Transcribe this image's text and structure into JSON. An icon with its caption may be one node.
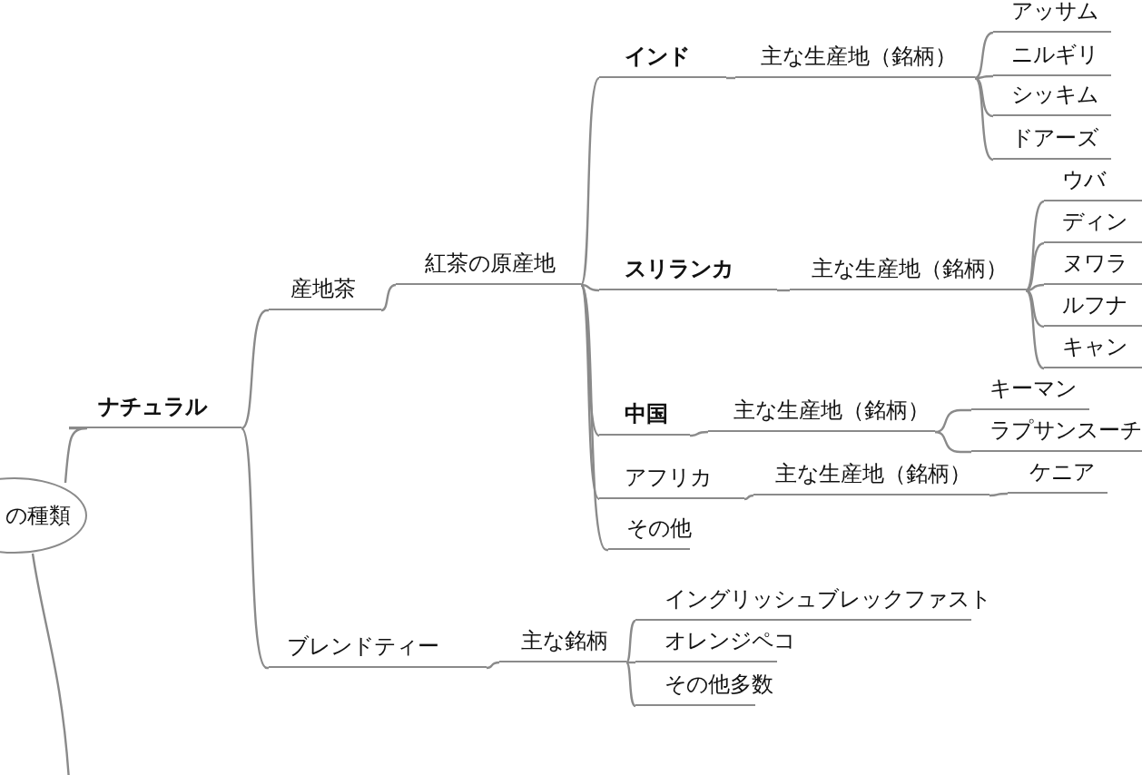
{
  "diagram": {
    "nodes": [
      {
        "text": [
          "の種類"
        ]
      },
      {
        "text": [
          "ナチュラル"
        ]
      },
      {
        "text": [
          "産地茶"
        ]
      },
      {
        "text": [
          "紅茶の原産地"
        ]
      },
      {
        "text": [
          "インド"
        ]
      },
      {
        "text": [
          "主な生産地（銘柄）"
        ]
      },
      {
        "text": [
          "アッサム"
        ]
      },
      {
        "text": [
          "ニルギリ"
        ]
      },
      {
        "text": [
          "シッキム"
        ]
      },
      {
        "text": [
          "ドアーズ"
        ]
      },
      {
        "text": [
          "スリランカ"
        ]
      },
      {
        "text": [
          "主な生産地（銘柄）"
        ]
      },
      {
        "text": [
          "ウバ"
        ]
      },
      {
        "text": [
          "ディン"
        ]
      },
      {
        "text": [
          "ヌワラ"
        ]
      },
      {
        "text": [
          "ルフナ"
        ]
      },
      {
        "text": [
          "キャン"
        ]
      },
      {
        "text": [
          "中国"
        ]
      },
      {
        "text": [
          "主な生産地（銘柄）"
        ]
      },
      {
        "text": [
          "キーマン"
        ]
      },
      {
        "text": [
          "ラプサンスーチ"
        ]
      },
      {
        "text": [
          "アフリカ"
        ]
      },
      {
        "text": [
          "主な生産地（銘柄）"
        ]
      },
      {
        "text": [
          "ケニア"
        ]
      },
      {
        "text": [
          "その他"
        ]
      },
      {
        "text": [
          "ブレンドティー"
        ]
      },
      {
        "text": [
          "主な銘柄"
        ]
      },
      {
        "text": [
          "イングリッシュブレックファスト"
        ]
      },
      {
        "text": [
          "オレンジペコ"
        ]
      },
      {
        "text": [
          "その他多数"
        ]
      }
    ],
    "edges": [
      {
        "from": 0,
        "to": 1,
        "arrow": "none"
      },
      {
        "from": 1,
        "to": 2,
        "arrow": "none"
      },
      {
        "from": 2,
        "to": 3,
        "arrow": "none"
      },
      {
        "from": 3,
        "to": 4,
        "arrow": "none"
      },
      {
        "from": 4,
        "to": 5,
        "arrow": "none"
      },
      {
        "from": 5,
        "to": 6,
        "arrow": "none"
      },
      {
        "from": 5,
        "to": 7,
        "arrow": "none"
      },
      {
        "from": 5,
        "to": 8,
        "arrow": "none"
      },
      {
        "from": 5,
        "to": 9,
        "arrow": "none"
      },
      {
        "from": 3,
        "to": 10,
        "arrow": "none"
      },
      {
        "from": 10,
        "to": 11,
        "arrow": "none"
      },
      {
        "from": 11,
        "to": 12,
        "arrow": "none"
      },
      {
        "from": 11,
        "to": 13,
        "arrow": "none"
      },
      {
        "from": 11,
        "to": 14,
        "arrow": "none"
      },
      {
        "from": 11,
        "to": 15,
        "arrow": "none"
      },
      {
        "from": 11,
        "to": 16,
        "arrow": "none"
      },
      {
        "from": 3,
        "to": 17,
        "arrow": "none"
      },
      {
        "from": 17,
        "to": 18,
        "arrow": "none"
      },
      {
        "from": 18,
        "to": 19,
        "arrow": "none"
      },
      {
        "from": 18,
        "to": 20,
        "arrow": "none"
      },
      {
        "from": 3,
        "to": 21,
        "arrow": "none"
      },
      {
        "from": 21,
        "to": 22,
        "arrow": "none"
      },
      {
        "from": 22,
        "to": 23,
        "arrow": "none"
      },
      {
        "from": 3,
        "to": 24,
        "arrow": "none"
      },
      {
        "from": 1,
        "to": 25,
        "arrow": "none"
      },
      {
        "from": 25,
        "to": 26,
        "arrow": "none"
      },
      {
        "from": 26,
        "to": 27,
        "arrow": "none"
      },
      {
        "from": 26,
        "to": 28,
        "arrow": "none"
      },
      {
        "from": 26,
        "to": 29,
        "arrow": "none"
      },
      {
        "from": 0,
        "to": null,
        "arrow": "none"
      }
    ]
  }
}
